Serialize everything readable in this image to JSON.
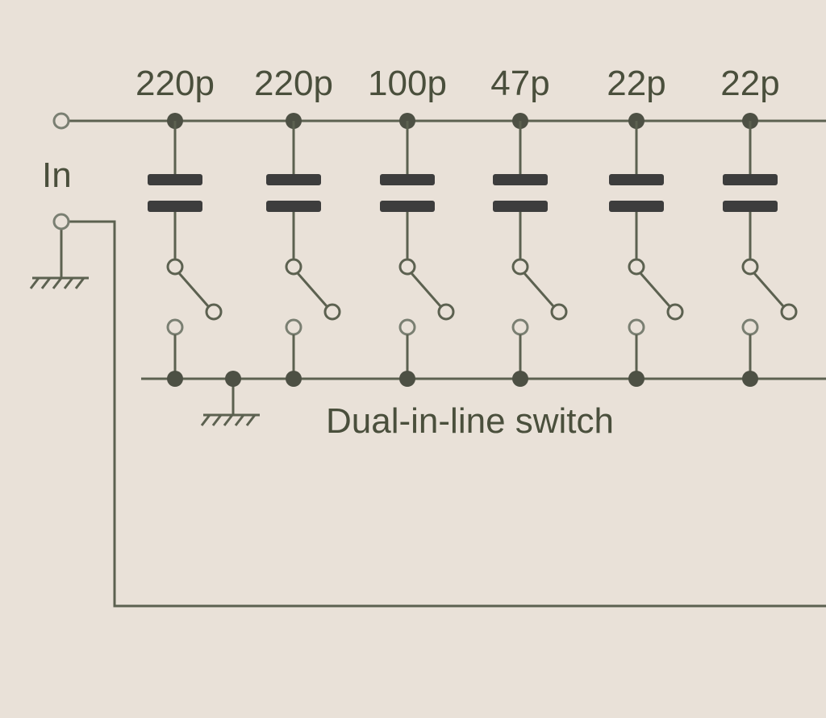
{
  "labels": {
    "input": "In",
    "switch": "Dual-in-line switch"
  },
  "capacitors": [
    {
      "value": "220p"
    },
    {
      "value": "220p"
    },
    {
      "value": "100p"
    },
    {
      "value": "47p"
    },
    {
      "value": "22p"
    },
    {
      "value": "22p"
    }
  ],
  "colors": {
    "background": "#e9e1d8",
    "wire": "#5c6150",
    "node": "#4d5044",
    "capacitor_plate": "#3d3d3d",
    "open_terminal": "#7a7f72",
    "text": "#4a4f3c"
  }
}
